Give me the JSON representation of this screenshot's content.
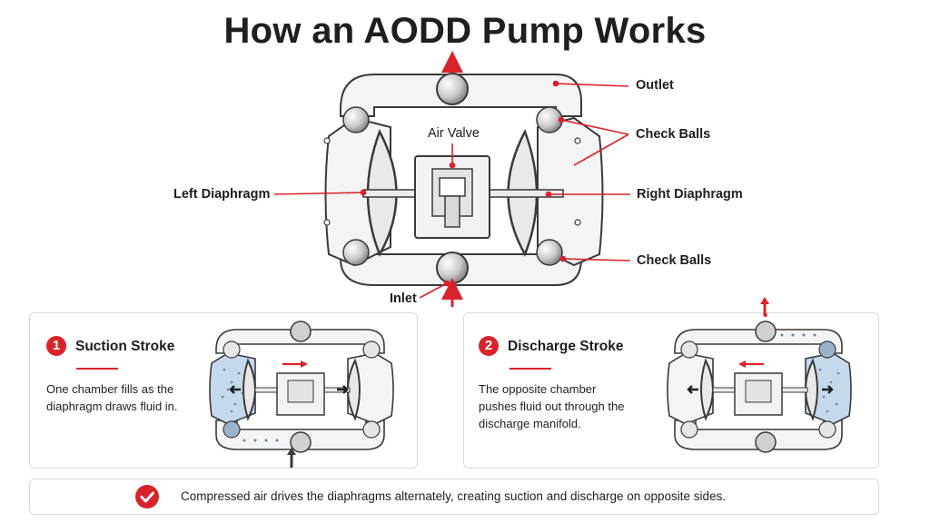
{
  "title": "How an AODD Pump Works",
  "labels": {
    "outlet": "Outlet",
    "check_balls_top": "Check Balls",
    "air_valve": "Air Valve",
    "left_diaphragm": "Left Diaphragm",
    "right_diaphragm": "Right Diaphragm",
    "check_balls_bottom": "Check Balls",
    "inlet": "Inlet"
  },
  "steps": [
    {
      "number": "1",
      "title": "Suction Stroke",
      "description": "One chamber fills as the diaphragm draws fluid in."
    },
    {
      "number": "2",
      "title": "Discharge Stroke",
      "description": "The opposite chamber pushes fluid out through the discharge manifold."
    }
  ],
  "footer": {
    "text": "Compressed air drives the diaphragms alternately, creating suction and discharge on opposite sides."
  },
  "colors": {
    "accent": "#d8232a",
    "fluid": "#c5d8ec",
    "outline": "#3a3a3a",
    "housing": "#f4f4f4"
  },
  "icons": [
    "check-icon"
  ]
}
